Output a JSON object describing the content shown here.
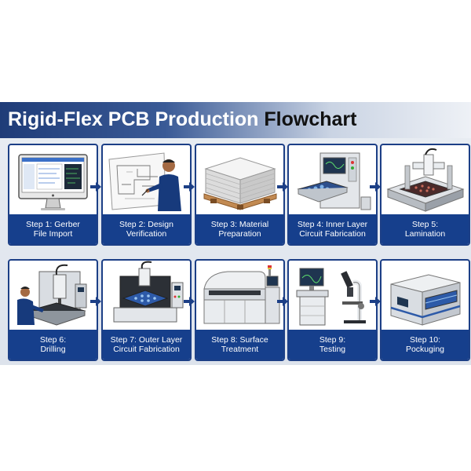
{
  "title": {
    "part1": "Rigid-Flex PCB Production",
    "part2": "Flowchart"
  },
  "steps": [
    {
      "line1": "Step 1: Gerber",
      "line2": "File Import"
    },
    {
      "line1": "Step 2: Design",
      "line2": "Verification"
    },
    {
      "line1": "Step 3: Material",
      "line2": "Preparation"
    },
    {
      "line1": "Step 4: Inner Layer",
      "line2": "Circuit Fabrication"
    },
    {
      "line1": "Step 5:",
      "line2": "Lamination"
    },
    {
      "line1": "Step 6:",
      "line2": "Drilling"
    },
    {
      "line1": "Step 7: Outer Layer",
      "line2": "Circuit Fabrication"
    },
    {
      "line1": "Step 8: Surface",
      "line2": "Treatment"
    },
    {
      "line1": "Step 9:",
      "line2": "Testing"
    },
    {
      "line1": "Step 10:",
      "line2": "Pockuging"
    }
  ],
  "colors": {
    "brand_blue": "#163f8c",
    "title_dark": "#111111",
    "arrow": "#1c3f86"
  },
  "icons": [
    "imac-screen-icon",
    "engineer-drawing-icon",
    "sheet-stack-pallet-icon",
    "inner-layer-machine-icon",
    "lamination-press-icon",
    "drilling-machine-icon",
    "outer-layer-machine-icon",
    "surface-treatment-machine-icon",
    "microscope-testing-icon",
    "packaging-machine-icon"
  ]
}
